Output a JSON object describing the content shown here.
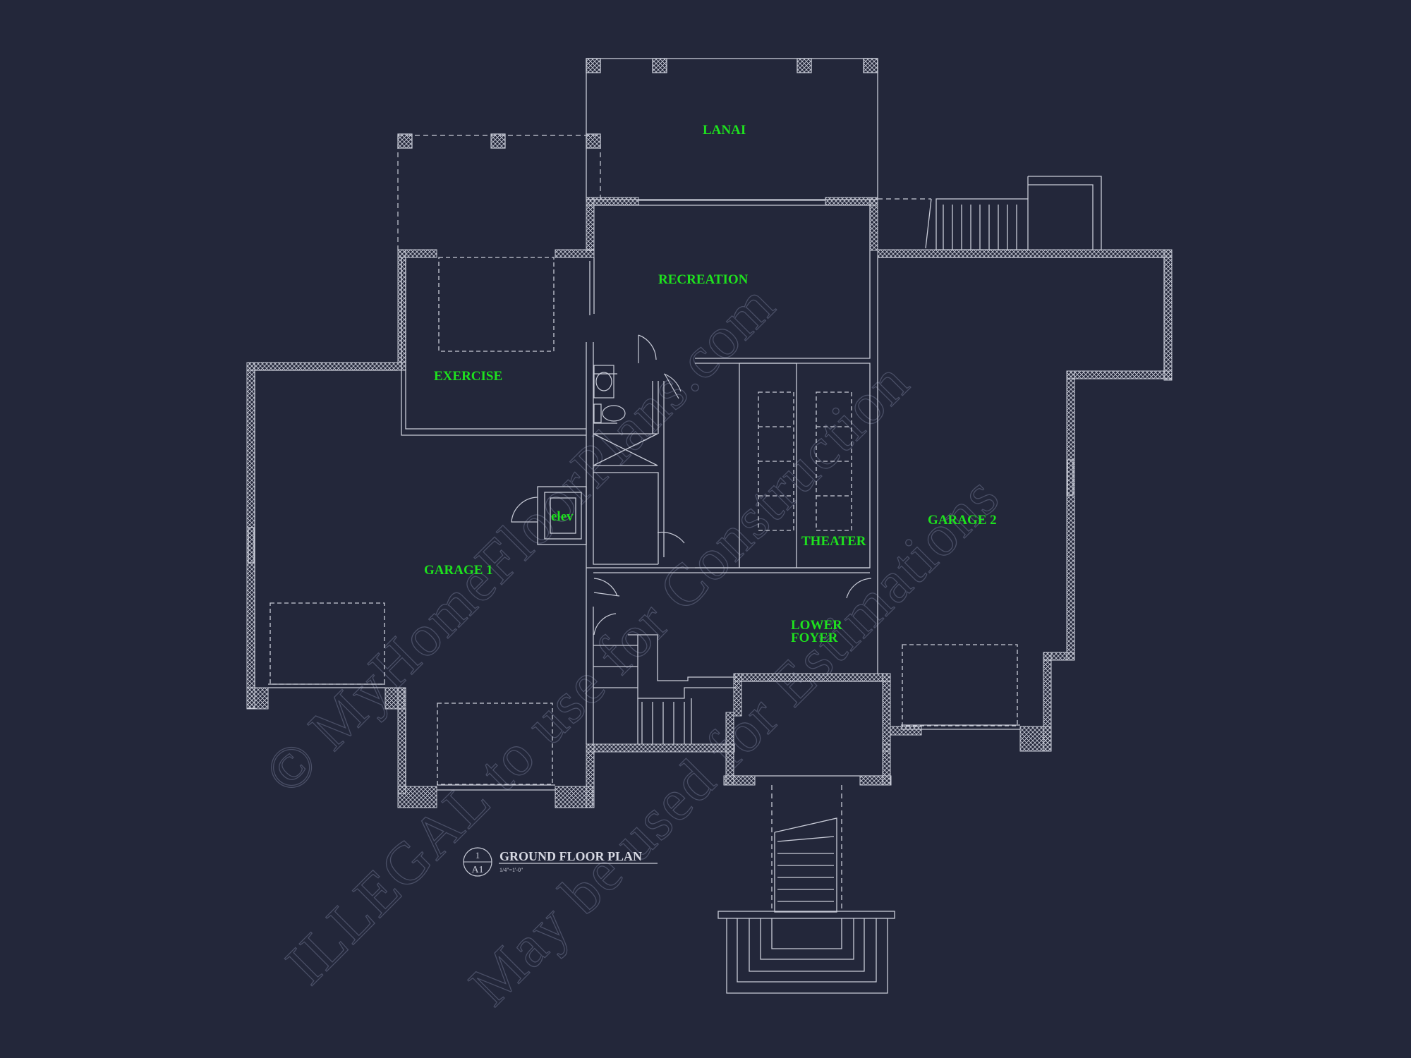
{
  "plan": {
    "rooms": {
      "lanai": "LANAI",
      "recreation": "RECREATION",
      "exercise": "EXERCISE",
      "elev": "elev",
      "garage1": "GARAGE 1",
      "theater": "THEATER",
      "garage2": "GARAGE 2",
      "lower_foyer_1": "LOWER",
      "lower_foyer_2": "FOYER"
    },
    "title_block": {
      "title": "GROUND FLOOR PLAN",
      "scale": "1/4\"=1'-0\"",
      "detail_number": "1",
      "sheet": "A1"
    }
  },
  "watermark": {
    "line1": "© MyHomeFloorPlans.com",
    "line2": "ILLEGAL to use for Construction",
    "line3": "May be used for Estimations"
  },
  "colors": {
    "background": "#23273a",
    "lines": "#c9ccd8",
    "labels": "#1ee11e",
    "watermark": "#4a4f66"
  }
}
